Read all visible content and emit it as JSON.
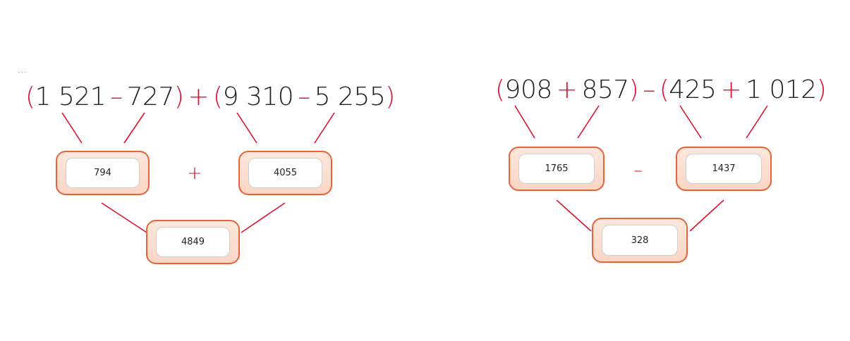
{
  "left": {
    "expression": {
      "open1": "(",
      "a": "1 521",
      "minus1": "–",
      "b": "727",
      "close1": ")",
      "plus": "+",
      "open2": "(",
      "c": "9 310",
      "minus2": "–",
      "d": "5 255",
      "close2": ")"
    },
    "box1_value": "794",
    "box2_value": "4055",
    "operator": "+",
    "result_value": "4849"
  },
  "right": {
    "expression": {
      "open1": "(",
      "a": "908",
      "plus1": "+",
      "b": "857",
      "close1": ")",
      "minus": "–",
      "open2": "(",
      "c": "425",
      "plus2": "+",
      "d": "1 012",
      "close2": ")"
    },
    "box1_value": "1765",
    "box2_value": "1437",
    "operator": "–",
    "result_value": "328"
  },
  "colors": {
    "accent": "#e0102d",
    "box_border": "#e8633a",
    "box_fill": "#fbd6c4",
    "text": "#222222"
  }
}
